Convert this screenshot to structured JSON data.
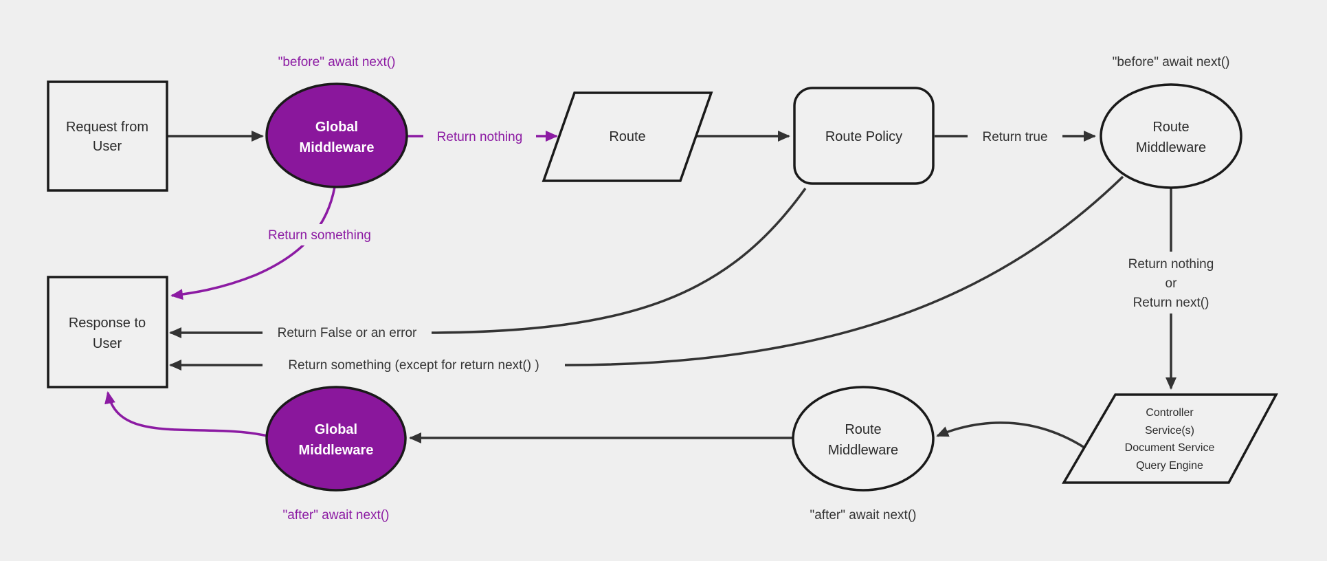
{
  "diagram": {
    "colors": {
      "background": "#efefef",
      "node_fill": "#f0f0f0",
      "node_stroke": "#1a1a1a",
      "edge": "#333333",
      "purple_fill": "#8a179c",
      "purple_text": "#8c1ba3",
      "node_text": "#2b2b2b",
      "white_text": "#ffffff"
    },
    "nodes": {
      "request": {
        "line1": "Request from",
        "line2": "User"
      },
      "global_middleware_top": {
        "line1": "Global",
        "line2": "Middleware"
      },
      "route": {
        "label": "Route"
      },
      "route_policy": {
        "label": "Route Policy"
      },
      "route_middleware_top": {
        "line1": "Route",
        "line2": "Middleware"
      },
      "controller": {
        "line1": "Controller",
        "line2": "Service(s)",
        "line3": "Document Service",
        "line4": "Query Engine"
      },
      "route_middleware_bottom": {
        "line1": "Route",
        "line2": "Middleware"
      },
      "global_middleware_bottom": {
        "line1": "Global",
        "line2": "Middleware"
      },
      "response": {
        "line1": "Response to",
        "line2": "User"
      }
    },
    "annotations": {
      "before_await_left": "\"before\" await next()",
      "before_await_right": "\"before\" await next()",
      "after_await_right": "\"after\" await next()",
      "after_await_left": "\"after\" await next()"
    },
    "edge_labels": {
      "return_nothing": "Return nothing",
      "return_true": "Return true",
      "return_something": "Return something",
      "return_false_or_error": "Return False or an error",
      "return_something_except": "Return something (except for return next() )",
      "return_nothing_or_line1": "Return nothing",
      "return_nothing_or_line2": "or",
      "return_nothing_or_line3": "Return next()"
    }
  }
}
